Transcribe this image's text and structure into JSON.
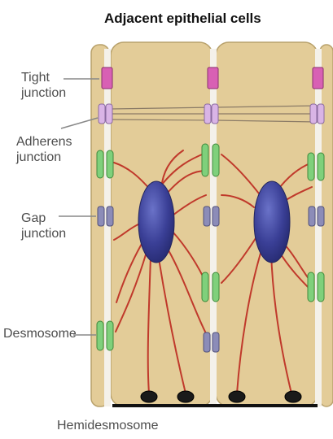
{
  "title": "Adjacent epithelial cells",
  "labels": {
    "tight_junction": "Tight\njunction",
    "adherens_junction": "Adherens\njunction",
    "gap_junction": "Gap\njunction",
    "desmosome": "Desmosome",
    "hemidesmosome": "Hemidesmosome"
  },
  "colors": {
    "cytoplasm": "#e3cc98",
    "cell_border": "#b8a16b",
    "membrane": "#f4f1ea",
    "nucleus": "#3a3f96",
    "tight_junction": "#d860b4",
    "adherens_junction": "#d9b4e6",
    "gap_junction": "#8c8cb8",
    "desmosome": "#7fd07b",
    "filament": "#c0392b",
    "hemidesmosome": "#1a1a1a",
    "basal_lamina": "#111111",
    "label_text": "#4d4d4d",
    "pointer_line": "#888888"
  }
}
